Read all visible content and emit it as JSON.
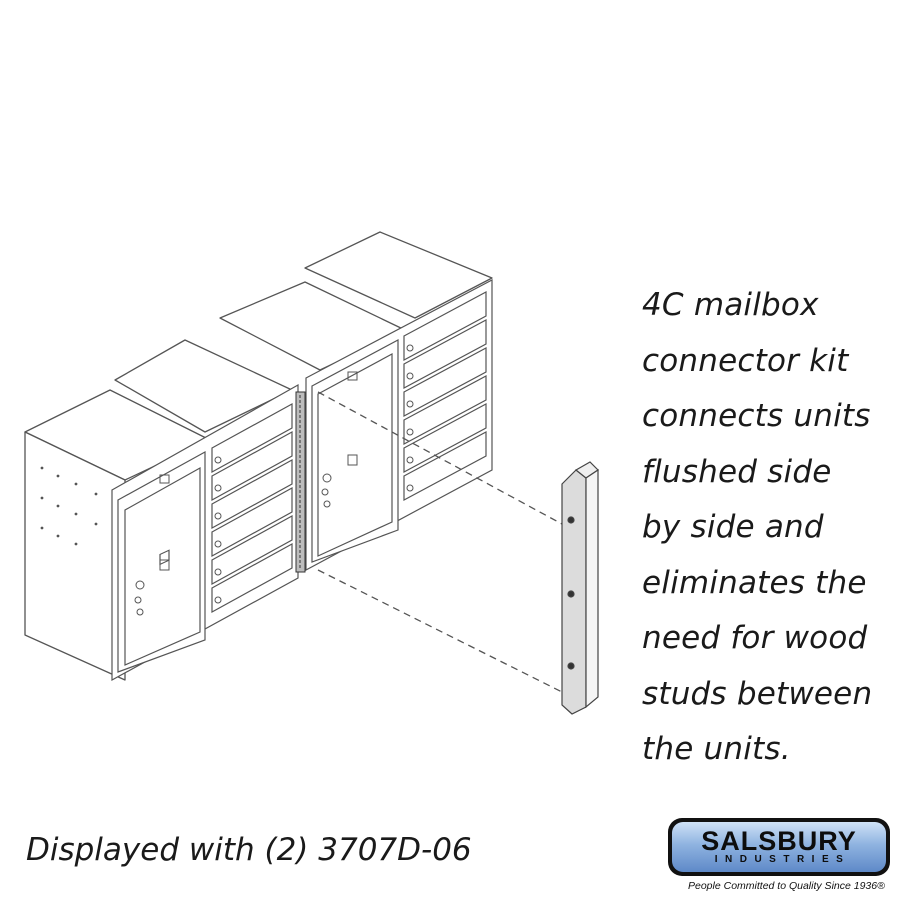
{
  "description": {
    "lines": [
      "4C mailbox",
      "connector kit",
      "connects units",
      "flushed side",
      "by side and",
      "eliminates the",
      "need for wood",
      "studs between",
      "the units."
    ]
  },
  "caption": "Displayed with (2) 3707D-06",
  "logo": {
    "brand": "SALSBURY",
    "subtitle": "INDUSTRIES",
    "tagline": "People Committed to Quality Since 1936®"
  },
  "colors": {
    "text": "#1a1a1a",
    "line": "#555555",
    "logo_gradient_top": "#cfe2f7",
    "logo_gradient_bottom": "#5e89c8",
    "connector_fill": "#dcdcdc"
  }
}
